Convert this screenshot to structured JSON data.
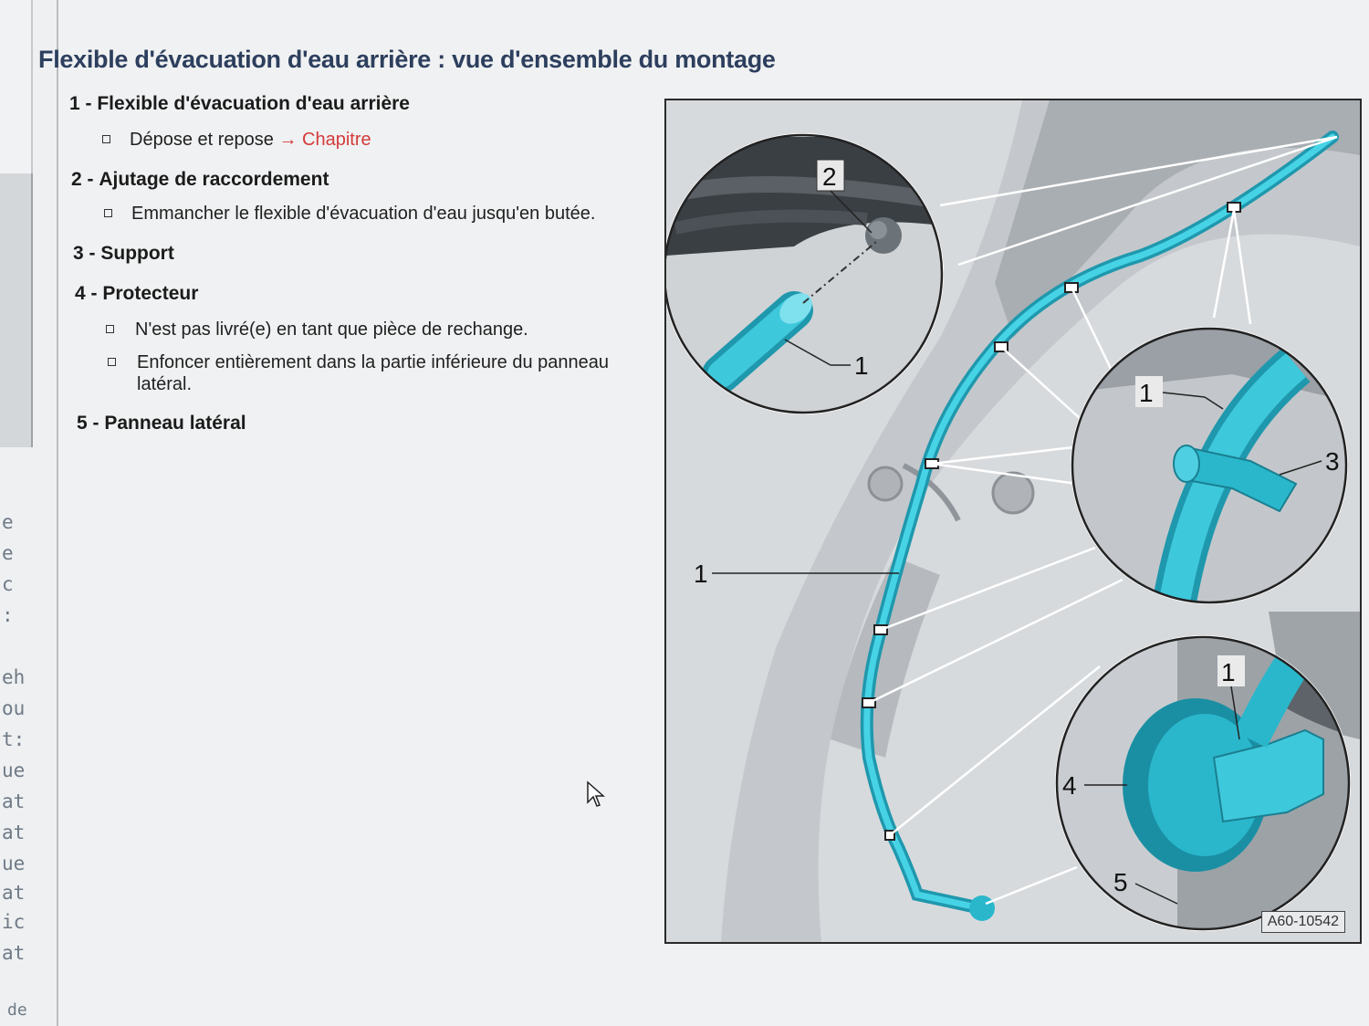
{
  "page_title": "Flexible d'évacuation d'eau arrière : vue d'ensemble du montage",
  "items": [
    {
      "num": "1 -",
      "label": "Flexible d'évacuation d'eau arrière",
      "subs": [
        {
          "text": "Dépose et repose",
          "link": "→ Chapitre"
        }
      ]
    },
    {
      "num": "2 -",
      "label": "Ajutage de raccordement",
      "subs": [
        {
          "text": "Emmancher le flexible d'évacuation d'eau jusqu'en butée."
        }
      ]
    },
    {
      "num": "3 -",
      "label": "Support",
      "subs": []
    },
    {
      "num": "4 -",
      "label": "Protecteur",
      "subs": [
        {
          "text": "N'est pas livré(e) en tant que pièce de rechange."
        },
        {
          "text": "Enfoncer entièrement dans la partie inférieure du panneau latéral."
        }
      ]
    },
    {
      "num": "5 -",
      "label": "Panneau latéral",
      "subs": []
    }
  ],
  "figure": {
    "reference": "A60-10542",
    "callouts": {
      "hose": "1",
      "nozzle": "2",
      "support": "3",
      "protector": "4",
      "panel": "5"
    },
    "hose_color": "#2ab7cc"
  },
  "gutter_fragments": [
    "e",
    "e",
    "c",
    ":",
    "eh",
    "ou",
    "t:",
    "ue",
    "at",
    "at",
    "ue",
    "at",
    "ic",
    "at",
    "de"
  ]
}
